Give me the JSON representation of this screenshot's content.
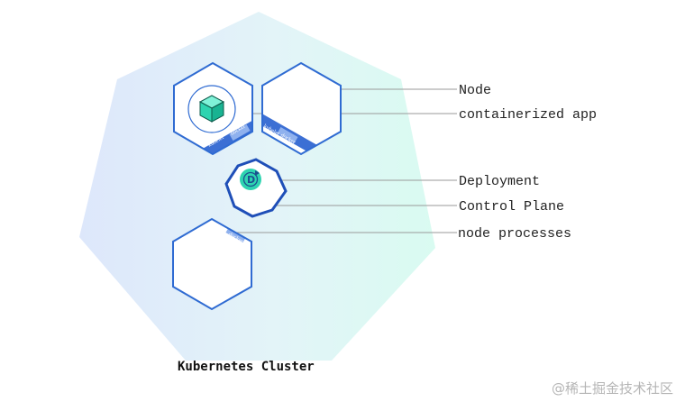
{
  "cluster": {
    "title": "Kubernetes Cluster"
  },
  "labels": {
    "node": "Node",
    "containerized_app": "containerized app",
    "deployment": "Deployment",
    "control_plane": "Control Plane",
    "node_processes": "node processes"
  },
  "node_tags": {
    "kubelet": "kubelet",
    "runtime": "docker"
  },
  "deployment_glyph": "D",
  "watermark": "@稀土掘金技术社区",
  "colors": {
    "node_stroke": "#2f6bd2",
    "accent_teal": "#2ed4b0",
    "tag_fill": "#3c6fd4",
    "cluster_left": "#dde7fb",
    "cluster_right": "#d9fbf1",
    "leader_line": "#9a9a9a"
  },
  "icons": [
    "cube-icon",
    "deployment-icon"
  ]
}
